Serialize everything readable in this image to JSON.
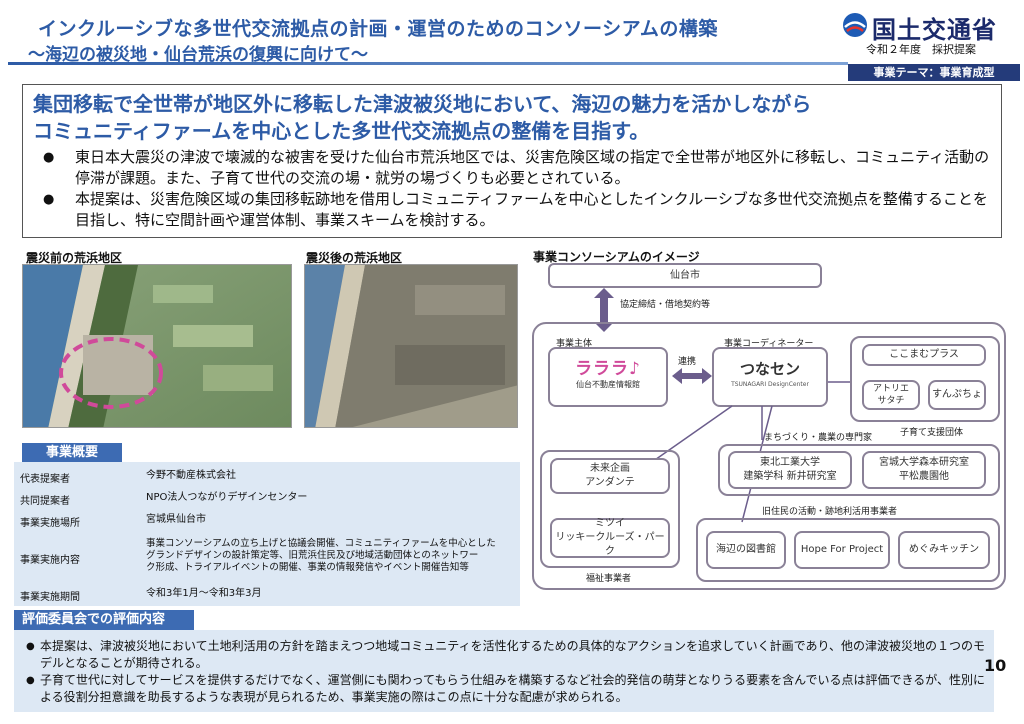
{
  "header": {
    "title": "インクルーシブな多世代交流拠点の計画・運営のためのコンソーシアムの構築",
    "subtitle": "～海辺の被災地・仙台荒浜の復興に向けて～",
    "ministry": "国土交通省",
    "award": "令和２年度　採択提案",
    "theme": "事業テーマ：事業育成型"
  },
  "summary": {
    "headline_line1": "集団移転で全世帯が地区外に移転した津波被災地において、海辺の魅力を活かしながら",
    "headline_line2": "コミュニティファームを中心とした多世代交流拠点の整備を目指す。",
    "bullets": [
      "東日本大震災の津波で壊滅的な被害を受けた仙台市荒浜地区では、災害危険区域の指定で全世帯が地区外に移転し、コミュニティ活動の停滞が課題。また、子育て世代の交流の場・就労の場づくりも必要とされている。",
      "本提案は、災害危険区域の集団移転跡地を借用しコミュニティファームを中心としたインクルーシブな多世代交流拠点を整備することを目指し、特に空間計画や運営体制、事業スキームを検討する。"
    ]
  },
  "photos": {
    "before_label": "震災前の荒浜地区",
    "after_label": "震災後の荒浜地区"
  },
  "diagram": {
    "title": "事業コンソーシアムのイメージ",
    "city": "仙台市",
    "contract": "協定締結・借地契約等",
    "operator_label": "事業主体",
    "operator_logo": "ラララ♪",
    "operator_sub": "仙台不動産情報館",
    "link_label": "連携",
    "coordinator_label": "事業コーディネーター",
    "coordinator_logo": "つなセン",
    "coordinator_sub": "TSUNAGARI DesignCenter",
    "childcare": [
      "ここまむプラス",
      "アトリエ\nサタチ",
      "すんぷちょ"
    ],
    "childcare_label": "子育て支援団体",
    "experts_label": "まちづくり・農業の専門家",
    "experts": [
      "東北工業大学\n建築学科 新井研究室",
      "宮城大学森本研究室\n平松農園他"
    ],
    "welfare": [
      "未来企画\nアンダンテ",
      "ミツイ\nリッキークルーズ・パーク"
    ],
    "welfare_label": "福祉事業者",
    "residents_label": "旧住民の活動・跡地利活用事業者",
    "residents": [
      "海辺の図書館",
      "Hope For Project",
      "めぐみキッチン"
    ]
  },
  "overview": {
    "heading": "事業概要",
    "rows": [
      {
        "key": "代表提案者",
        "value": "今野不動産株式会社"
      },
      {
        "key": "共同提案者",
        "value": "NPO法人つながりデザインセンター"
      },
      {
        "key": "事業実施場所",
        "value": "宮城県仙台市"
      },
      {
        "key": "事業実施内容",
        "value": "事業コンソーシアムの立ち上げと協議会開催、コミュニティファームを中心とした\nグランドデザインの設計策定等、旧荒浜住民及び地域活動団体とのネットワー\nク形成、トライアルイベントの開催、事業の情報発信やイベント開催告知等"
      },
      {
        "key": "事業実施期間",
        "value": "令和3年1月～令和3年3月"
      }
    ]
  },
  "evaluation": {
    "heading": "評価委員会での評価内容",
    "items": [
      "本提案は、津波被災地において土地利活用の方針を踏まえつつ地域コミュニティを活性化するための具体的なアクションを追求していく計画であり、他の津波被災地の１つのモデルとなることが期待される。",
      "子育て世代に対してサービスを提供するだけでなく、運営側にも関わってもらう仕組みを構築するなど社会的発信の萌芽となりうる要素を含んでいる点は評価できるが、性別による役割分担意識を助長するような表現が見られるため、事業実施の際はこの点に十分な配慮が求められる。"
    ]
  },
  "page_number": "10",
  "colors": {
    "title_blue": "#2d5ba6",
    "section_blue": "#3d6bb3",
    "panel_bg": "#dde8f4",
    "arrow_purple": "#6b5d8c",
    "highlight_pink": "#d04a9a"
  }
}
